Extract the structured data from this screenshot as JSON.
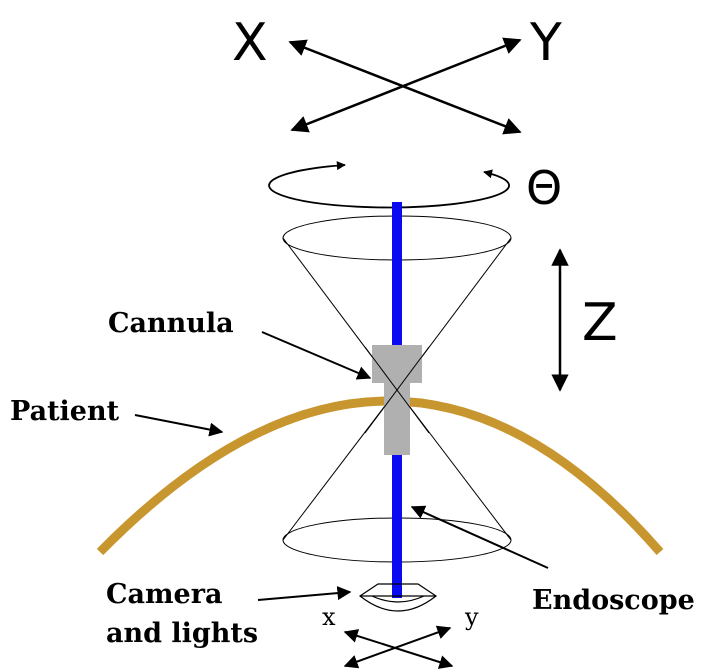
{
  "labels": {
    "x_upper": "X",
    "y_upper": "Y",
    "theta": "Θ",
    "z": "Z",
    "cannula": "Cannula",
    "patient": "Patient",
    "endoscope": "Endoscope",
    "camera_line1": "Camera",
    "camera_line2": "and lights",
    "x_lower": "x",
    "y_lower": "y"
  },
  "colors": {
    "endoscope": "#0a0af0",
    "patient": "#c8962e",
    "cannula": "#b0b0b0",
    "lines": "#000000"
  }
}
